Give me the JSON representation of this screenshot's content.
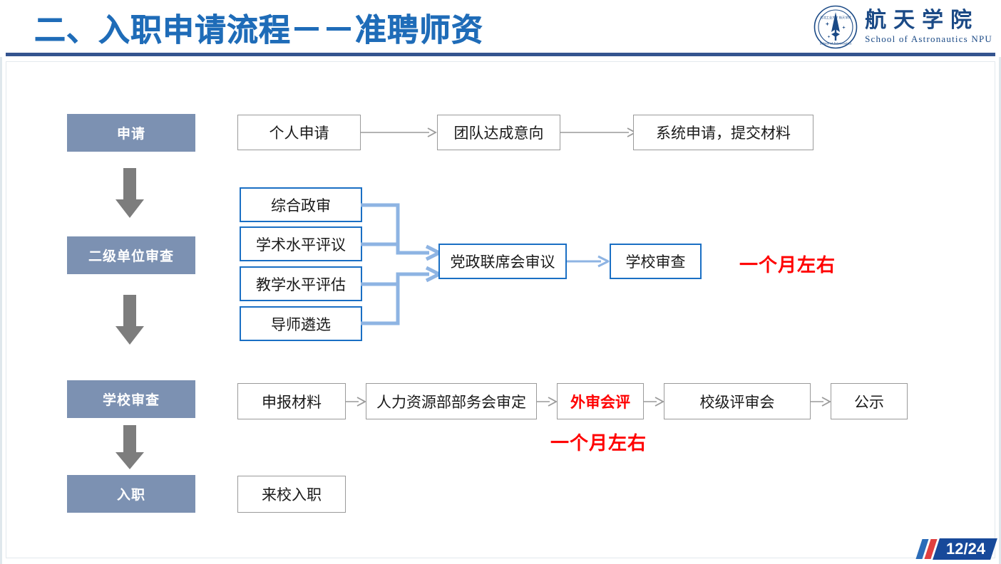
{
  "header": {
    "title": "二、入职申请流程－－准聘师资",
    "logo": {
      "icon": "npu-astronautics-emblem-icon",
      "cn_name": "航天学院",
      "en_name": "School of Astronautics NPU"
    },
    "accent_color": "#1f6cb8",
    "rule_color": "#34548f"
  },
  "flow": {
    "phases": [
      {
        "label": "申请"
      },
      {
        "label": "二级单位审查"
      },
      {
        "label": "学校审查"
      },
      {
        "label": "入职"
      }
    ],
    "phase_fill": "#7c91b2",
    "row1": [
      {
        "label": "个人申请"
      },
      {
        "label": "团队达成意向"
      },
      {
        "label": "系统申请，提交材料"
      }
    ],
    "row2_branches": [
      {
        "label": "综合政审"
      },
      {
        "label": "学术水平评议"
      },
      {
        "label": "教学水平评估"
      },
      {
        "label": "导师遴选"
      }
    ],
    "row2_merge": {
      "label": "党政联席会审议"
    },
    "row2_next": {
      "label": "学校审查"
    },
    "row2_note": "一个月左右",
    "row3": [
      {
        "label": "申报材料",
        "style": "gray"
      },
      {
        "label": "人力资源部部务会审定",
        "style": "gray"
      },
      {
        "label": "外审会评",
        "style": "red"
      },
      {
        "label": "校级评审会",
        "style": "gray"
      },
      {
        "label": "公示",
        "style": "gray"
      }
    ],
    "row3_note": "一个月左右",
    "row4": [
      {
        "label": "来校入职"
      }
    ],
    "colors": {
      "node_blue_border": "#1a6fc4",
      "node_gray_border": "#9a9a9a",
      "arrow_gray": "#9a9a9a",
      "connector_blue": "#8eb4e3",
      "note_red": "#ff0000",
      "down_arrow_gray": "#7d7d7d"
    }
  },
  "footer": {
    "page": "12/24",
    "badge_color": "#17499a"
  }
}
